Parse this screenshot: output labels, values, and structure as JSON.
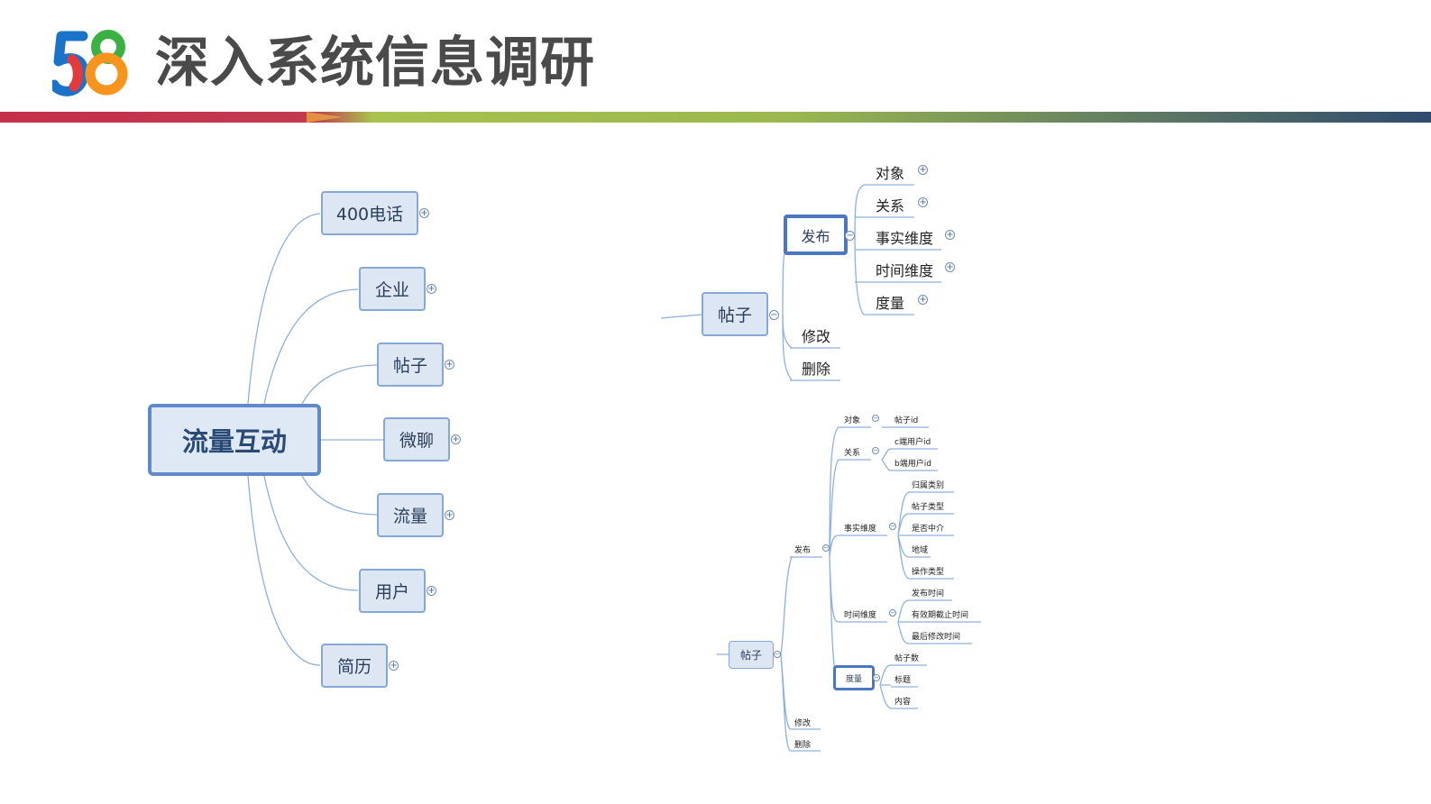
{
  "header": {
    "title": "深入系统信息调研"
  },
  "colors": {
    "line": "#8fb0dc",
    "node_fill": "#dde7f4",
    "node_border": "#86a8d6",
    "selected_border": "#4a76c2"
  },
  "left_map": {
    "root": "流量互动",
    "branches": [
      "400电话",
      "企业",
      "帖子",
      "微聊",
      "流量",
      "用户",
      "简历"
    ]
  },
  "right_map_top": {
    "root": "帖子",
    "children": [
      "发布",
      "修改",
      "删除"
    ],
    "publish_children": [
      "对象",
      "关系",
      "事实维度",
      "时间维度",
      "度量"
    ]
  },
  "right_map_bottom": {
    "root": "帖子",
    "publish": "发布",
    "modify": "修改",
    "delete": "删除",
    "object": "对象",
    "object_leaf": "帖子id",
    "relation": "关系",
    "relation_leaves": [
      "c端用户id",
      "b端用户id"
    ],
    "fact": "事实维度",
    "fact_leaves": [
      "归属类别",
      "帖子类型",
      "是否中介",
      "地域",
      "操作类型"
    ],
    "time": "时间维度",
    "time_leaves": [
      "发布时间",
      "有效期截止时间",
      "最后修改时间"
    ],
    "measure": "度量",
    "measure_leaves": [
      "帖子数",
      "标题",
      "内容"
    ]
  }
}
